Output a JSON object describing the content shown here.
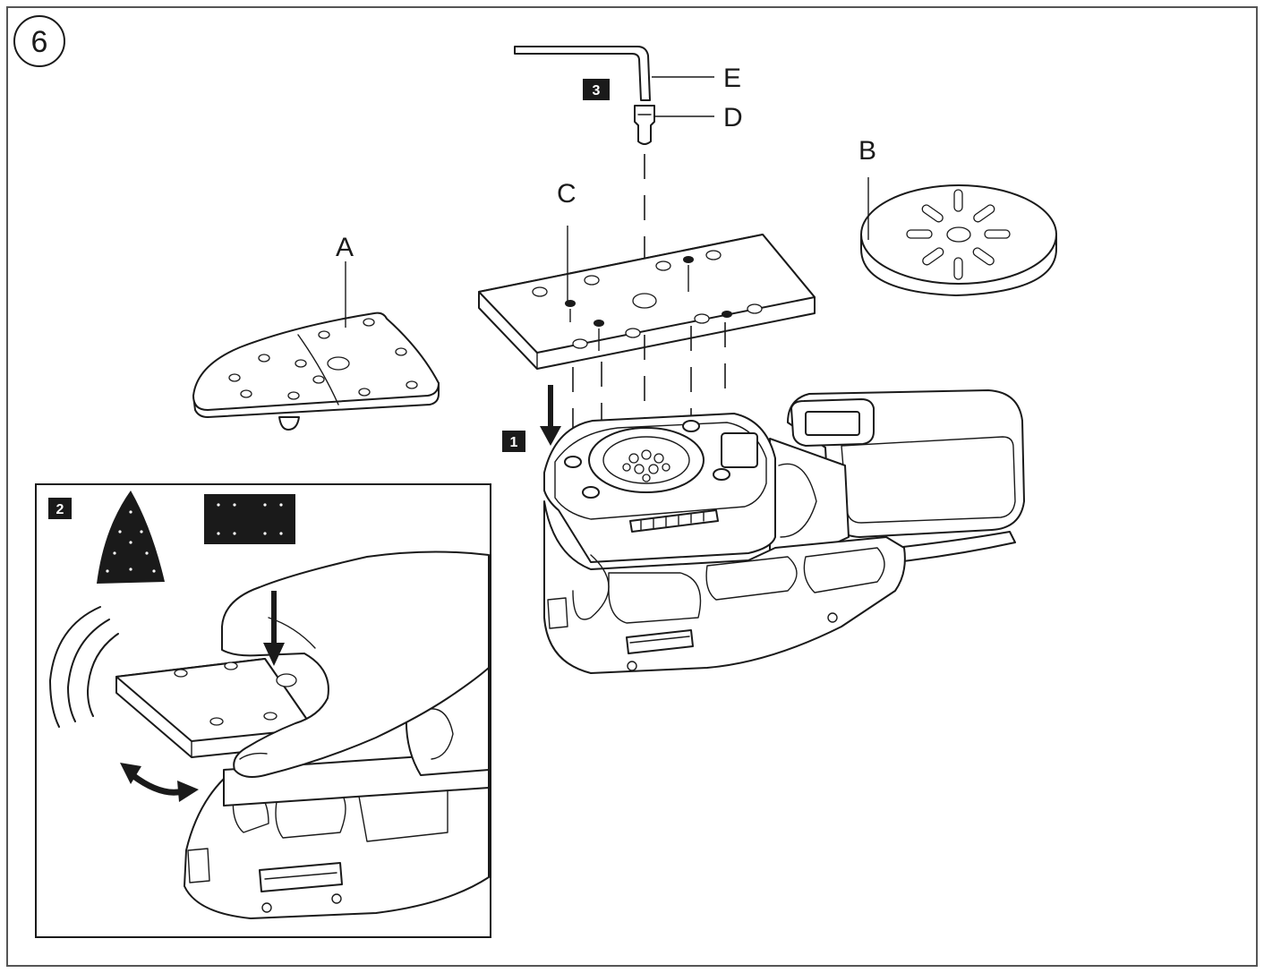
{
  "figure": {
    "number": "6",
    "labels": {
      "A": "A",
      "B": "B",
      "C": "C",
      "D": "D",
      "E": "E"
    },
    "steps": {
      "one": "1",
      "two": "2",
      "three": "3"
    }
  },
  "colors": {
    "ink": "#1a1a1a",
    "paper": "#ffffff"
  }
}
